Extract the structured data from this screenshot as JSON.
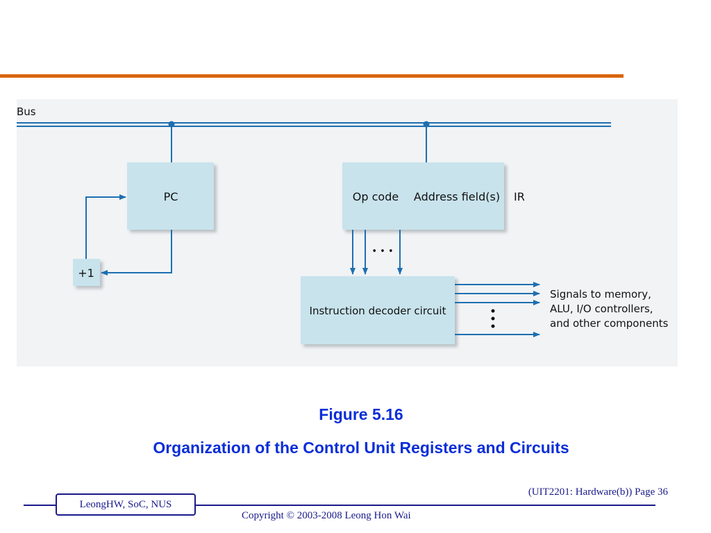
{
  "diagram": {
    "bus_label": "Bus",
    "pc_label": "PC",
    "increment_label": "+1",
    "ir_opcode_label": "Op code",
    "ir_address_label": "Address field(s)",
    "ir_label": "IR",
    "ellipsis": "• • •",
    "decoder_label": "Instruction decoder circuit",
    "signals_line1": "Signals to memory,",
    "signals_line2": "ALU, I/O controllers,",
    "signals_line3": "and other components"
  },
  "caption": {
    "figure_number": "Figure 5.16",
    "figure_title": "Organization of the Control Unit Registers and Circuits"
  },
  "footer": {
    "page_label": "(UIT2201: Hardware(b)) Page 36",
    "author": "LeongHW, SoC, NUS",
    "copyright": "Copyright © 2003-2008 Leong Hon Wai"
  },
  "colors": {
    "accent_rule": "#d9650f",
    "figure_text": "#0a2ed8",
    "footer_text": "#1a1a8a",
    "box_fill": "#c8e3ec",
    "line_color": "#1d6fb0"
  }
}
